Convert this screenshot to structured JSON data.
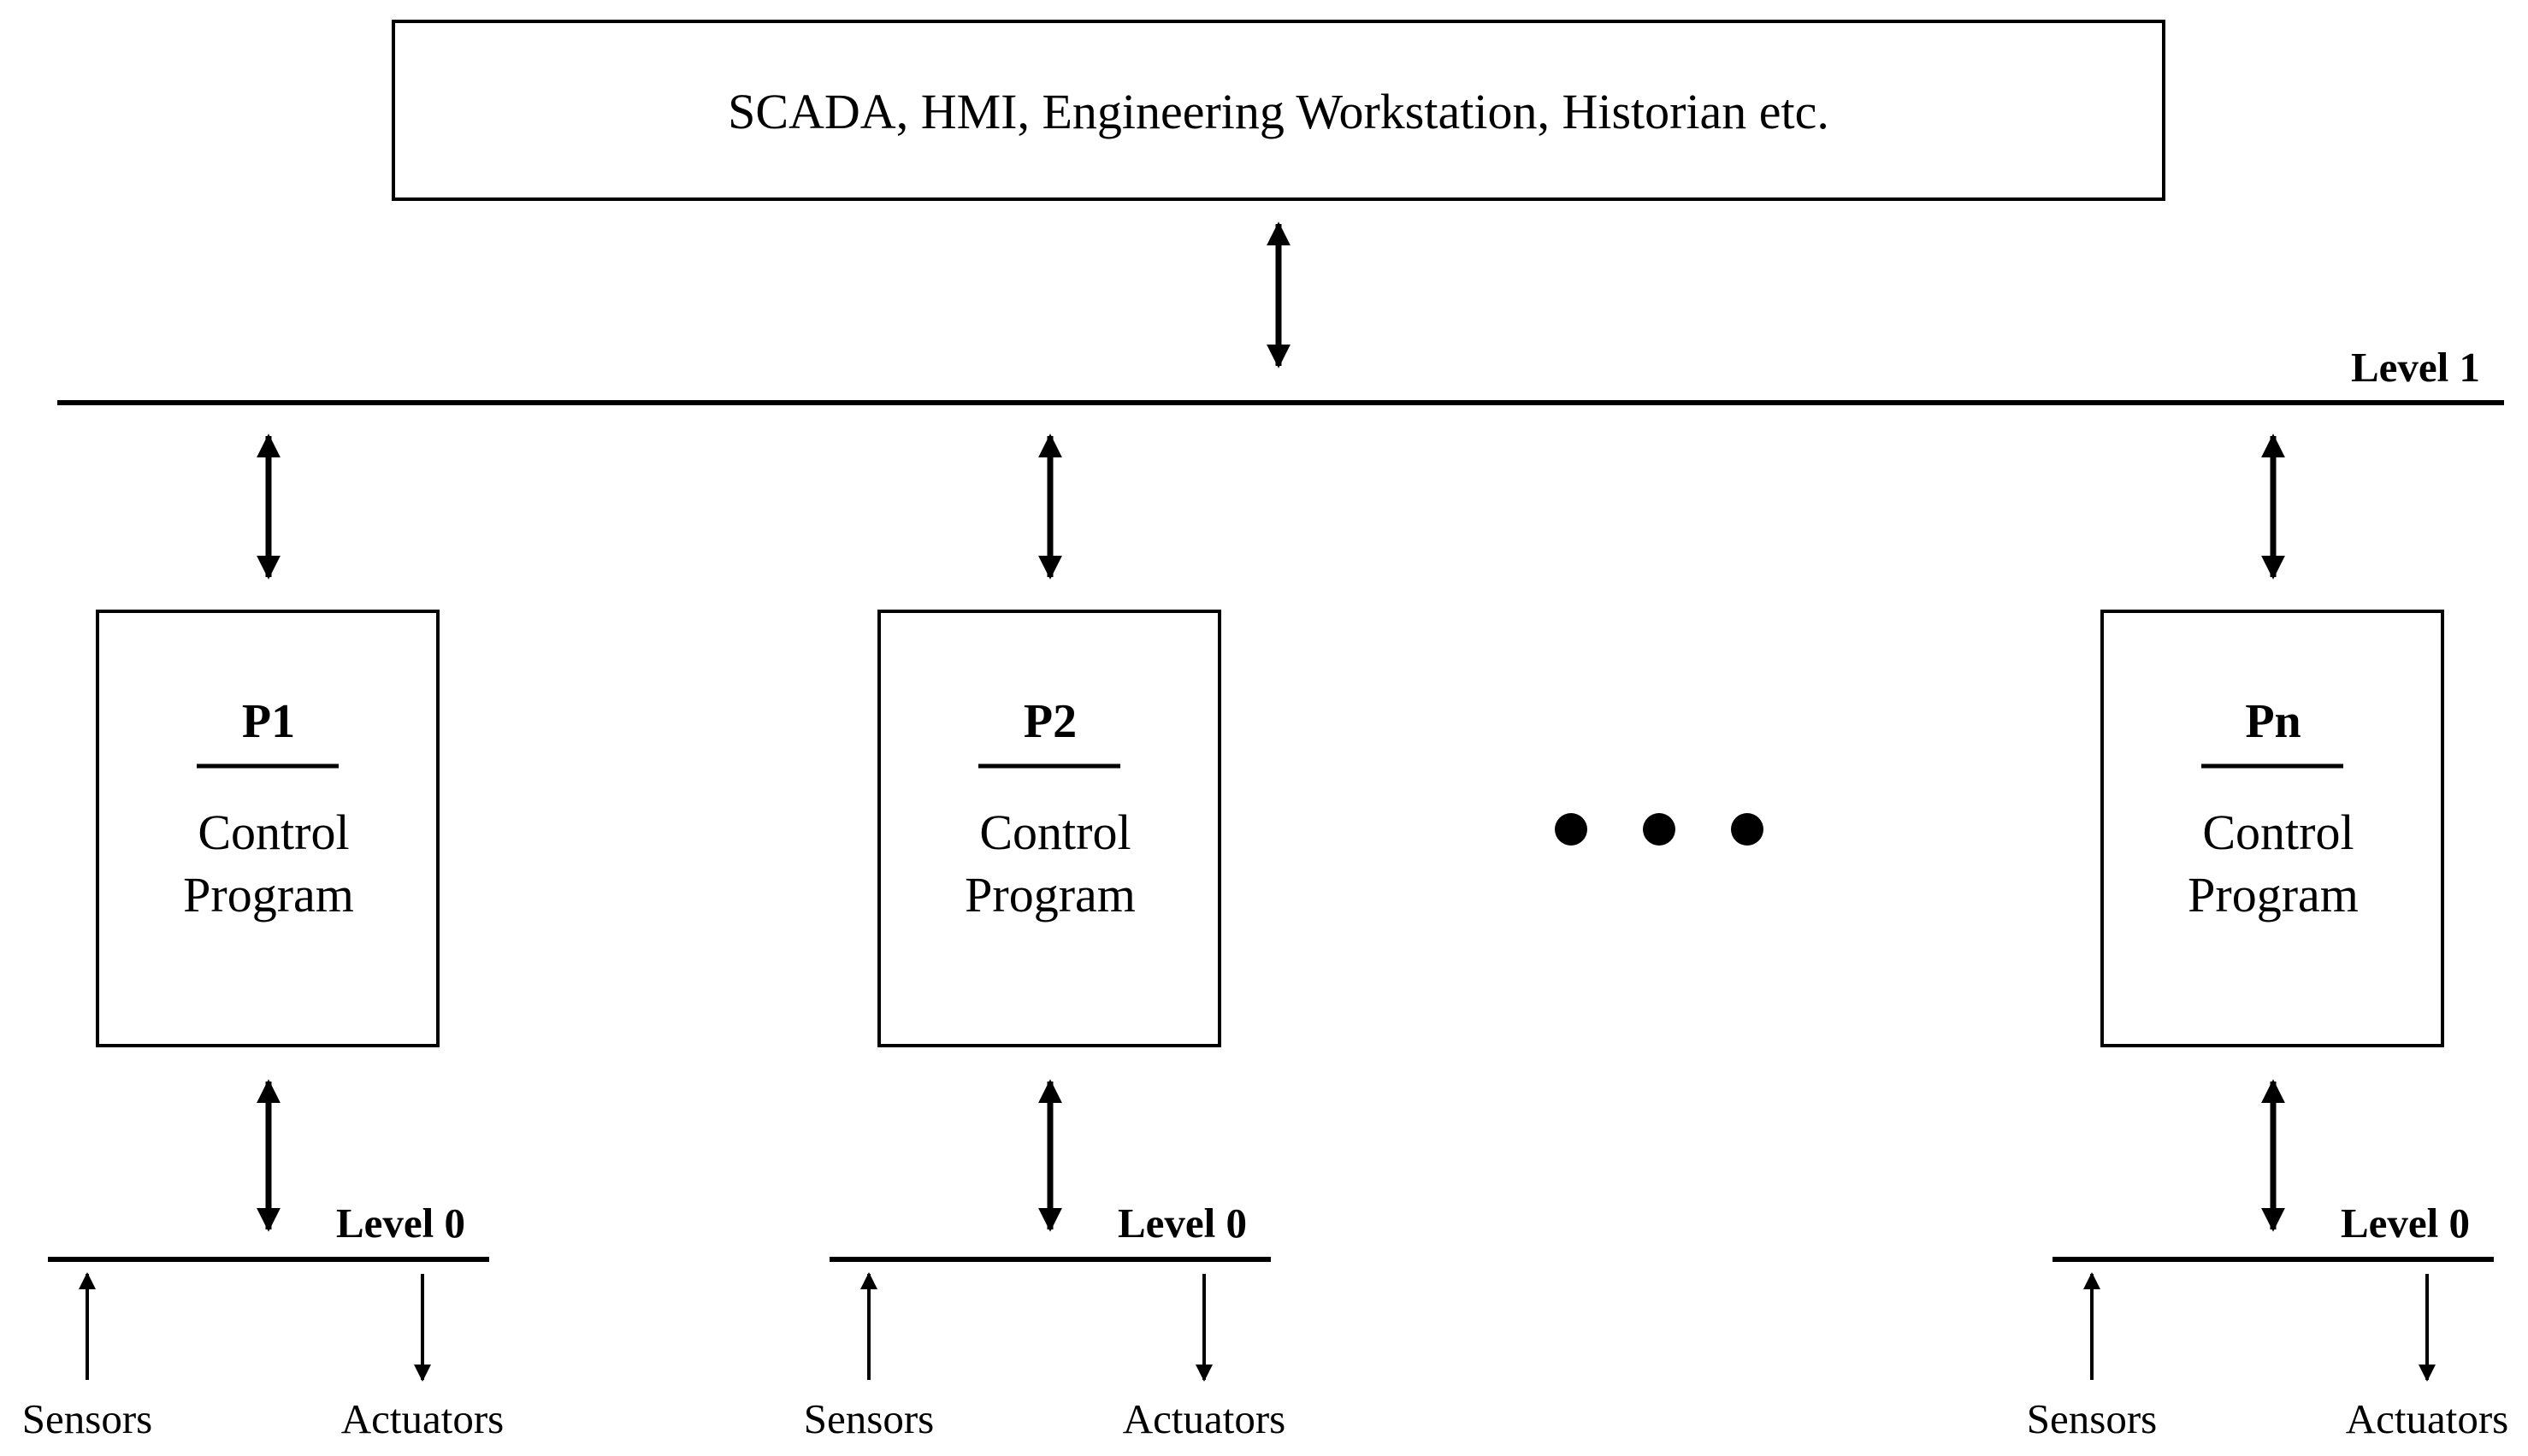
{
  "top_box": {
    "label": "SCADA, HMI, Engineering Workstation, Historian etc."
  },
  "level1": {
    "label": "Level 1"
  },
  "controllers": [
    {
      "title": "P1",
      "line1": "Control",
      "line2": "Program",
      "level": "Level 0",
      "sensors": "Sensors",
      "actuators": "Actuators"
    },
    {
      "title": "P2",
      "line1": "Control",
      "line2": "Program",
      "level": "Level 0",
      "sensors": "Sensors",
      "actuators": "Actuators"
    },
    {
      "title": "Pn",
      "line1": "Control",
      "line2": "Program",
      "level": "Level 0",
      "sensors": "Sensors",
      "actuators": "Actuators"
    }
  ],
  "colors": {
    "stroke": "#000000",
    "background": "#ffffff"
  }
}
